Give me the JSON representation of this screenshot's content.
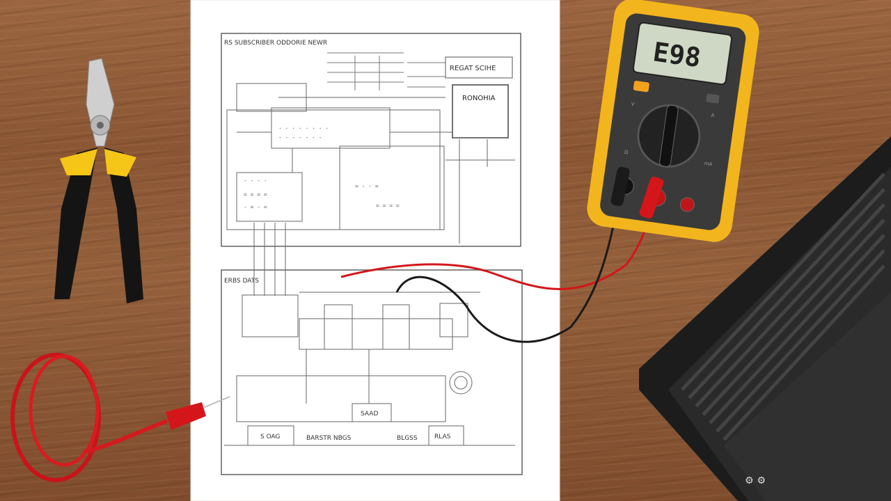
{
  "scene": {
    "description_free": true,
    "colors": {
      "wood": "#8d5a36",
      "paper": "#ffffff",
      "multimeter_body": "#f2b51e",
      "multimeter_face": "#3a3a3a",
      "lcd": "#cfd8c4",
      "probe_red": "#d4161a",
      "probe_black": "#1a1a1a",
      "plier_handle": "#111111",
      "plier_accent": "#f5c518",
      "device_body": "#1c1c1c"
    }
  },
  "multimeter": {
    "display_value": "E98",
    "icons": [
      "dial-icon",
      "red-jack-icon",
      "black-jack-icon"
    ]
  },
  "schematic": {
    "header_text": "RS SUBSCRIBER ODDORIE NEWR",
    "top_right_label": "REGAT SCIHE",
    "box_label": "RONOHIA",
    "lower_title": "ERBS DATS",
    "bottom_labels": [
      "S OAG",
      "BARSTR NBGS",
      "BLGSS",
      "RLAS",
      "SAAD"
    ]
  }
}
